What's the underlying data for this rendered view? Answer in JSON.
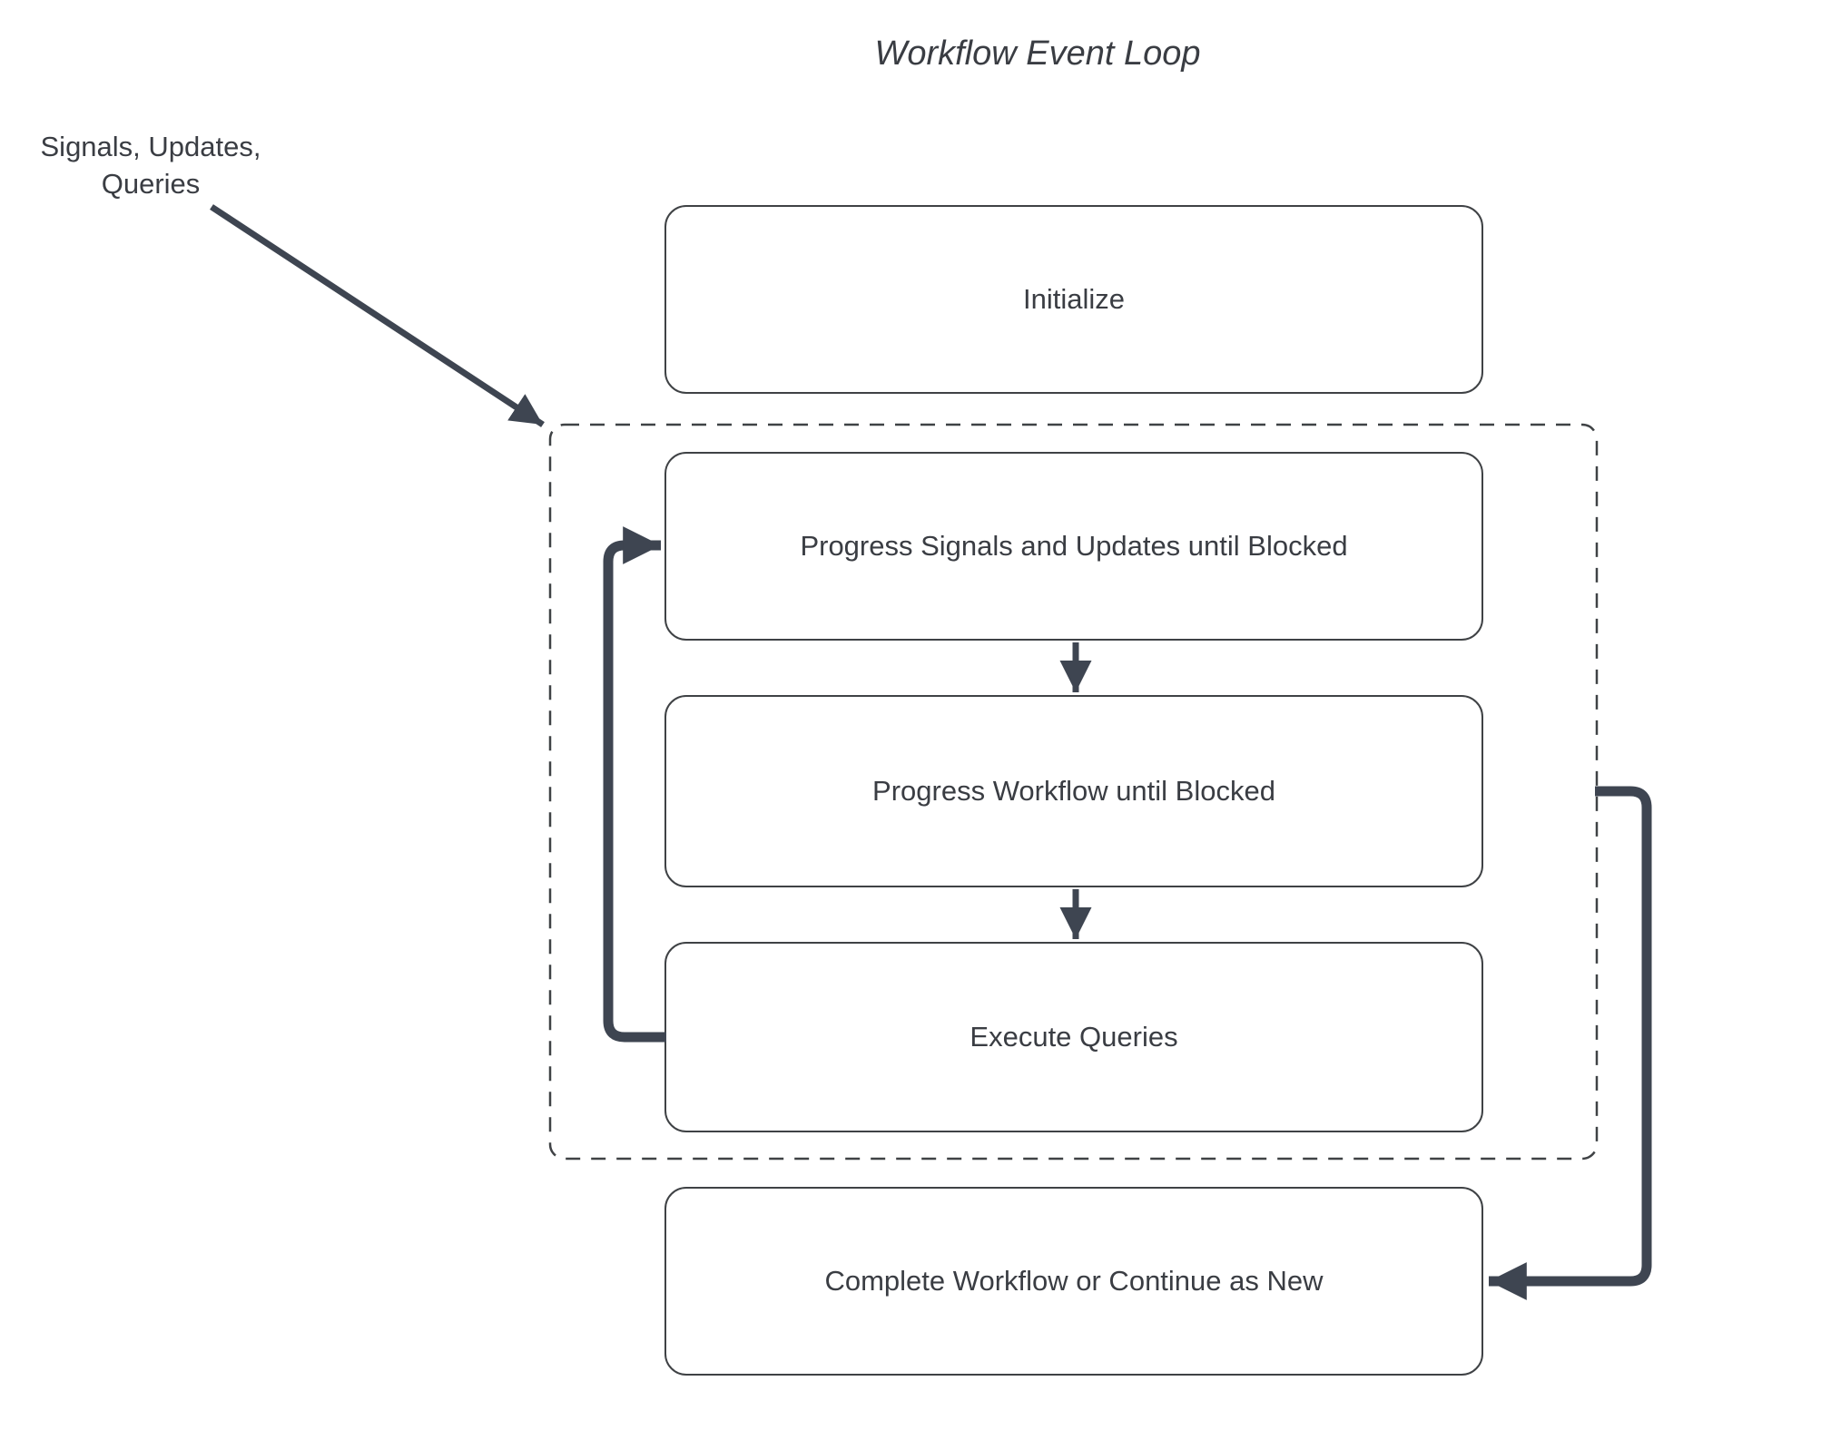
{
  "title": "Workflow Event Loop",
  "annotation": {
    "text": "Signals, Updates,\nQueries"
  },
  "nodes": {
    "initialize": {
      "label": "Initialize"
    },
    "progress_signals": {
      "label": "Progress Signals and Updates until Blocked"
    },
    "progress_workflow": {
      "label": "Progress Workflow until Blocked"
    },
    "execute_queries": {
      "label": "Execute Queries"
    },
    "complete": {
      "label": "Complete Workflow or Continue as New"
    }
  },
  "event_loop_container": {
    "style": "dashed",
    "contains": [
      "progress_signals",
      "progress_workflow",
      "execute_queries"
    ]
  },
  "edges": [
    {
      "from": "annotation",
      "to": "event_loop_container",
      "style": "thin-arrow"
    },
    {
      "from": "progress_signals",
      "to": "progress_workflow",
      "style": "thin-arrow"
    },
    {
      "from": "progress_workflow",
      "to": "execute_queries",
      "style": "thin-arrow"
    },
    {
      "from": "execute_queries",
      "to": "progress_signals",
      "style": "thick-loop-arrow"
    },
    {
      "from": "event_loop_container",
      "to": "complete",
      "style": "thick-arrow"
    }
  ],
  "colors": {
    "background": "#ffffff",
    "box_border": "#3f4245",
    "box_fill": "#ffffff",
    "text": "#3a3d43",
    "connector": "#3e4551",
    "dashed_border": "#3f4245"
  }
}
